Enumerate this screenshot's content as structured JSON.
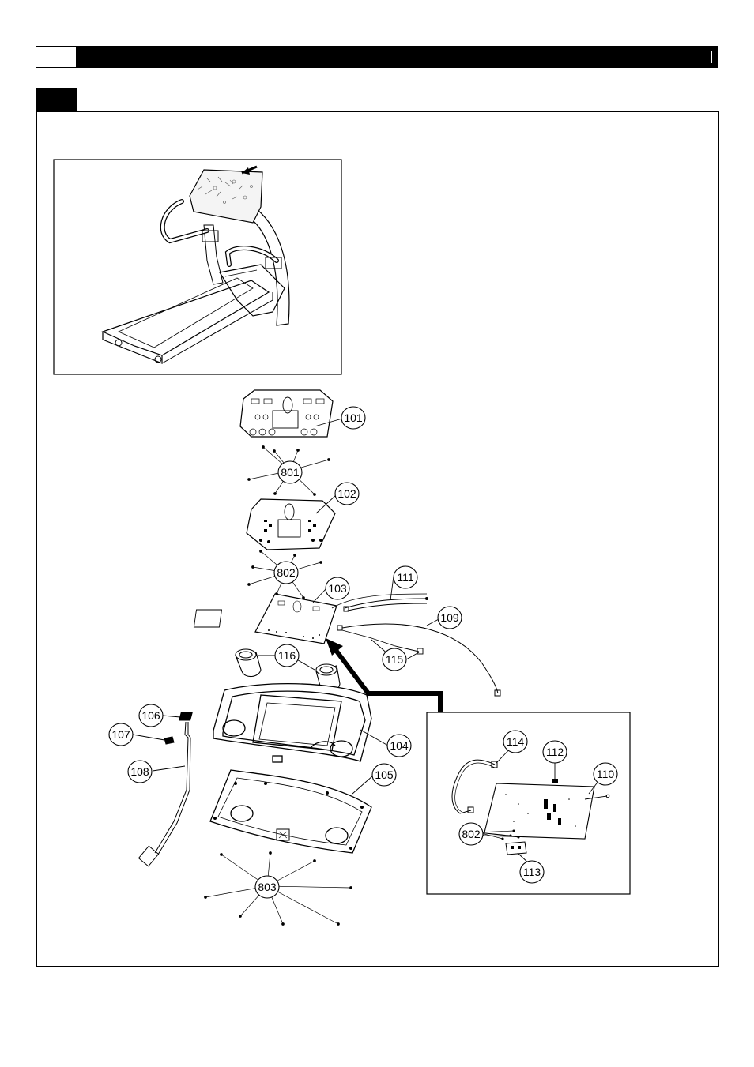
{
  "header": {
    "box_text": "",
    "bar_text": ""
  },
  "section": {
    "tab_text": ""
  },
  "callouts": {
    "c101": "101",
    "c801": "801",
    "c102": "102",
    "c802a": "802",
    "c103": "103",
    "c111": "111",
    "c109": "109",
    "c116": "116",
    "c115": "115",
    "c106": "106",
    "c107": "107",
    "c108": "108",
    "c104": "104",
    "c105": "105",
    "c803": "803",
    "c114": "114",
    "c112": "112",
    "c110": "110",
    "c802b": "802",
    "c113": "113"
  }
}
